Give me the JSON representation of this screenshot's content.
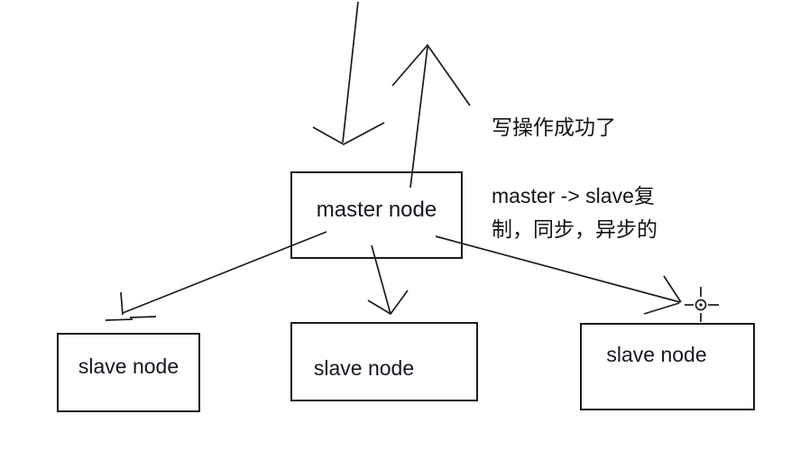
{
  "nodes": {
    "master": {
      "label": "master node"
    },
    "slave_left": {
      "label": "slave node"
    },
    "slave_middle": {
      "label": "slave node"
    },
    "slave_right": {
      "label": "slave node"
    }
  },
  "annotations": {
    "write_success": "写操作成功了",
    "replication_line1": "master -> slave复",
    "replication_line2": "制，同步，异步的"
  },
  "icons": {
    "cursor": "crosshair-cursor-icon"
  },
  "colors": {
    "background": "#ffffff",
    "line": "#1b1b1b",
    "node_text": "#16161f",
    "annotation_text": "#141414"
  }
}
